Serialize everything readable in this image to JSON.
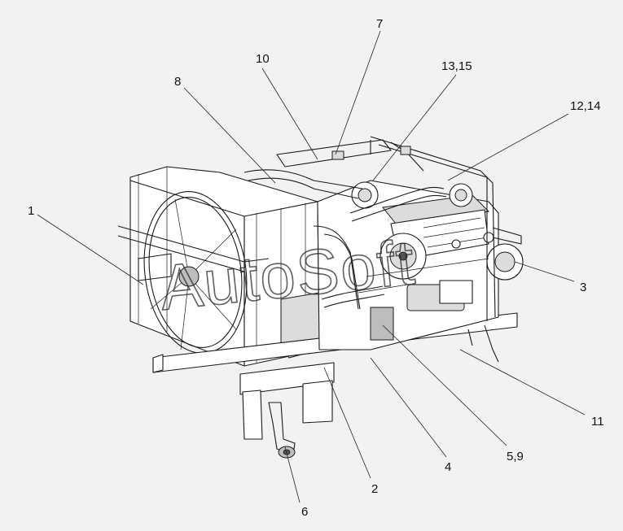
{
  "watermark": "AutoSoft",
  "callouts": {
    "c1": "1",
    "c2": "2",
    "c3": "3",
    "c4": "4",
    "c5_9": "5,9",
    "c6": "6",
    "c7": "7",
    "c8": "8",
    "c10": "10",
    "c11": "11",
    "c12_14": "12,14",
    "c13_15": "13,15"
  }
}
